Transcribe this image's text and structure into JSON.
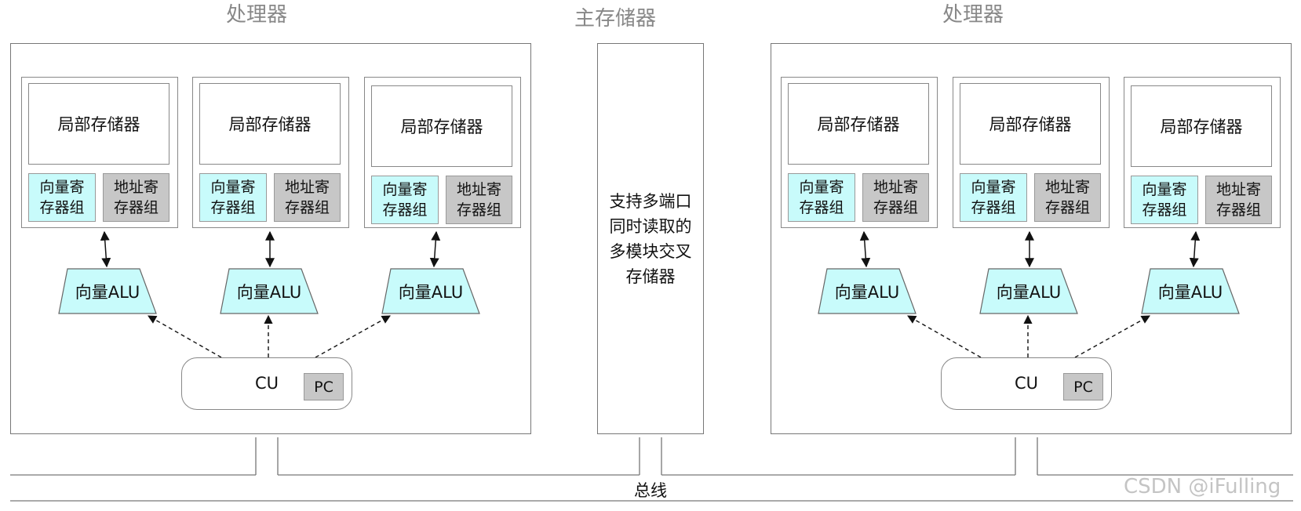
{
  "processors": [
    {
      "title": "处理器"
    },
    {
      "title": "处理器"
    }
  ],
  "main_memory": {
    "title": "主存储器",
    "text": "支持多端口\n同时读取的\n多模块交叉\n存储器"
  },
  "unit": {
    "local_memory": "局部存储器",
    "vector_registers": "向量寄\n存器组",
    "address_registers": "地址寄\n存器组",
    "vector_alu": "向量ALU"
  },
  "cu": {
    "label": "CU",
    "pc": "PC"
  },
  "bus": {
    "label": "总线"
  },
  "watermark": "CSDN @iFulling",
  "colors": {
    "vector_fill": "#c8fbfb",
    "address_fill": "#c7c7c7",
    "border": "#777777",
    "title": "#888888"
  }
}
